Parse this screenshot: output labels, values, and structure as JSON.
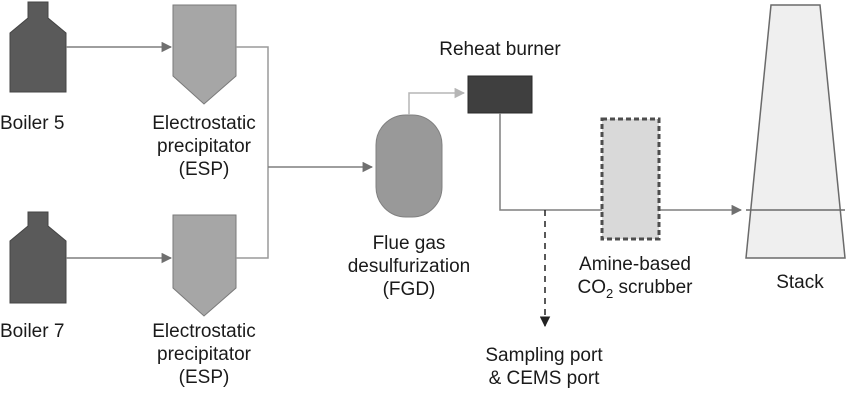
{
  "labels": {
    "boiler5": "Boiler 5",
    "boiler7": "Boiler 7",
    "esp_top": [
      "Electrostatic",
      "precipitator",
      "(ESP)"
    ],
    "esp_bottom": [
      "Electrostatic",
      "precipitator",
      "(ESP)"
    ],
    "fgd": [
      "Flue gas",
      "desulfurization",
      "(FGD)"
    ],
    "reheat_burner": "Reheat burner",
    "scrubber_line1": "Amine-based",
    "scrubber_line2_prefix": "CO",
    "scrubber_line2_sub": "2",
    "scrubber_line2_suffix": " scrubber",
    "stack": "Stack",
    "sampling": [
      "Sampling port",
      "& CEMS port"
    ]
  },
  "colors": {
    "boiler": "#5a5a5a",
    "esp": "#a6a6a6",
    "fgd": "#999999",
    "reheat": "#3f3f3f",
    "scrubber_fill": "#d9d9d9",
    "scrubber_border": "#4d4d4d",
    "stack_fill": "#efefef",
    "line": "#7f7f7f"
  }
}
